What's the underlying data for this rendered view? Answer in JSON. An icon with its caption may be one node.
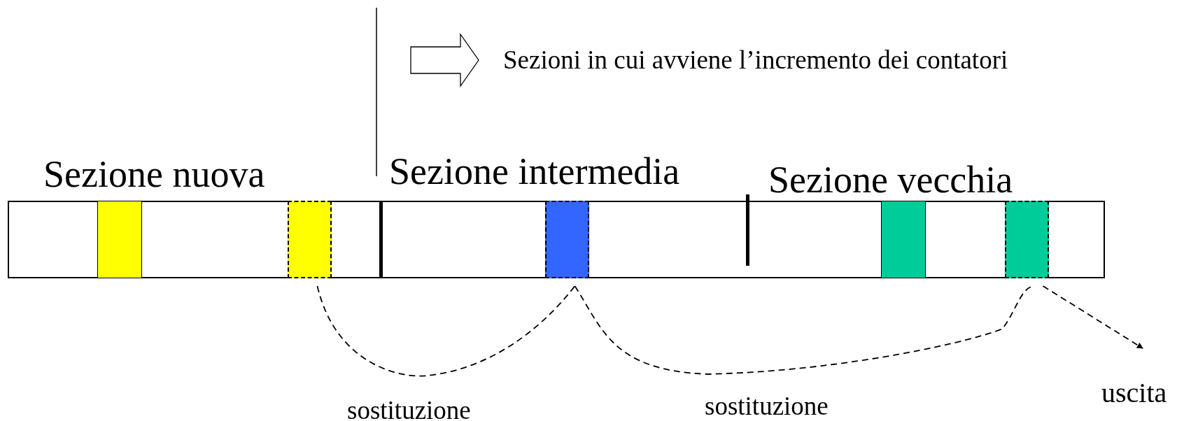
{
  "diagram": {
    "nodes": [
      {
        "text": [],
        "shape": "bar"
      },
      {
        "text": [],
        "shape": "box",
        "in": 0
      },
      {
        "text": [],
        "shape": "box",
        "in": 0
      },
      {
        "text": [],
        "shape": "box",
        "in": 0
      },
      {
        "text": [],
        "shape": "box",
        "in": 0
      },
      {
        "text": [],
        "shape": "box",
        "in": 0
      },
      {
        "text": [
          "uscita"
        ]
      }
    ],
    "edges": [
      {
        "from": 2,
        "to": 3,
        "arrow": "none",
        "style": "dashed",
        "label": "sostituzione"
      },
      {
        "from": 3,
        "to": 5,
        "arrow": "none",
        "style": "dashed",
        "label": "sostituzione"
      },
      {
        "from": 5,
        "to": 6,
        "arrow": "to",
        "style": "dashed"
      }
    ],
    "labels": [
      "Sezione nuova",
      "Sezione intermedia",
      "Sezione vecchia"
    ],
    "legend": [
      {
        "text": "Sezioni in cui avviene l’incremento dei contatori"
      }
    ]
  }
}
